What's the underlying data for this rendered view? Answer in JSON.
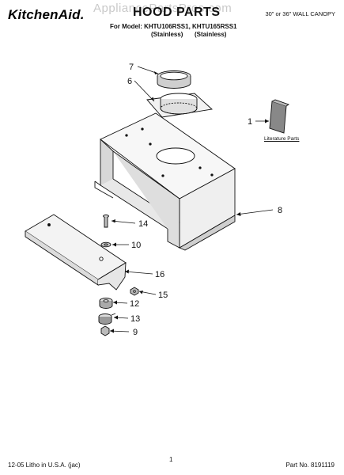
{
  "header": {
    "brand": "KitchenAid.",
    "title": "HOOD PARTS",
    "canopy": "30\" or 36\" WALL CANOPY",
    "model_line": "For Model: KHTU106RSS1, KHTU165RSS1",
    "stainless_1": "(Stainless)",
    "stainless_2": "(Stainless)",
    "watermark": "AppliancePartsPros.com"
  },
  "diagram": {
    "literature_label": "Literature Parts",
    "callouts": {
      "c1": "1",
      "c6": "6",
      "c7": "7",
      "c8": "8",
      "c9": "9",
      "c10": "10",
      "c12": "12",
      "c13": "13",
      "c14": "14",
      "c15": "15",
      "c16": "16"
    }
  },
  "footer": {
    "left": "12-05 Litho in U.S.A. (jac)",
    "page": "1",
    "part_no": "Part No. 8191119"
  }
}
